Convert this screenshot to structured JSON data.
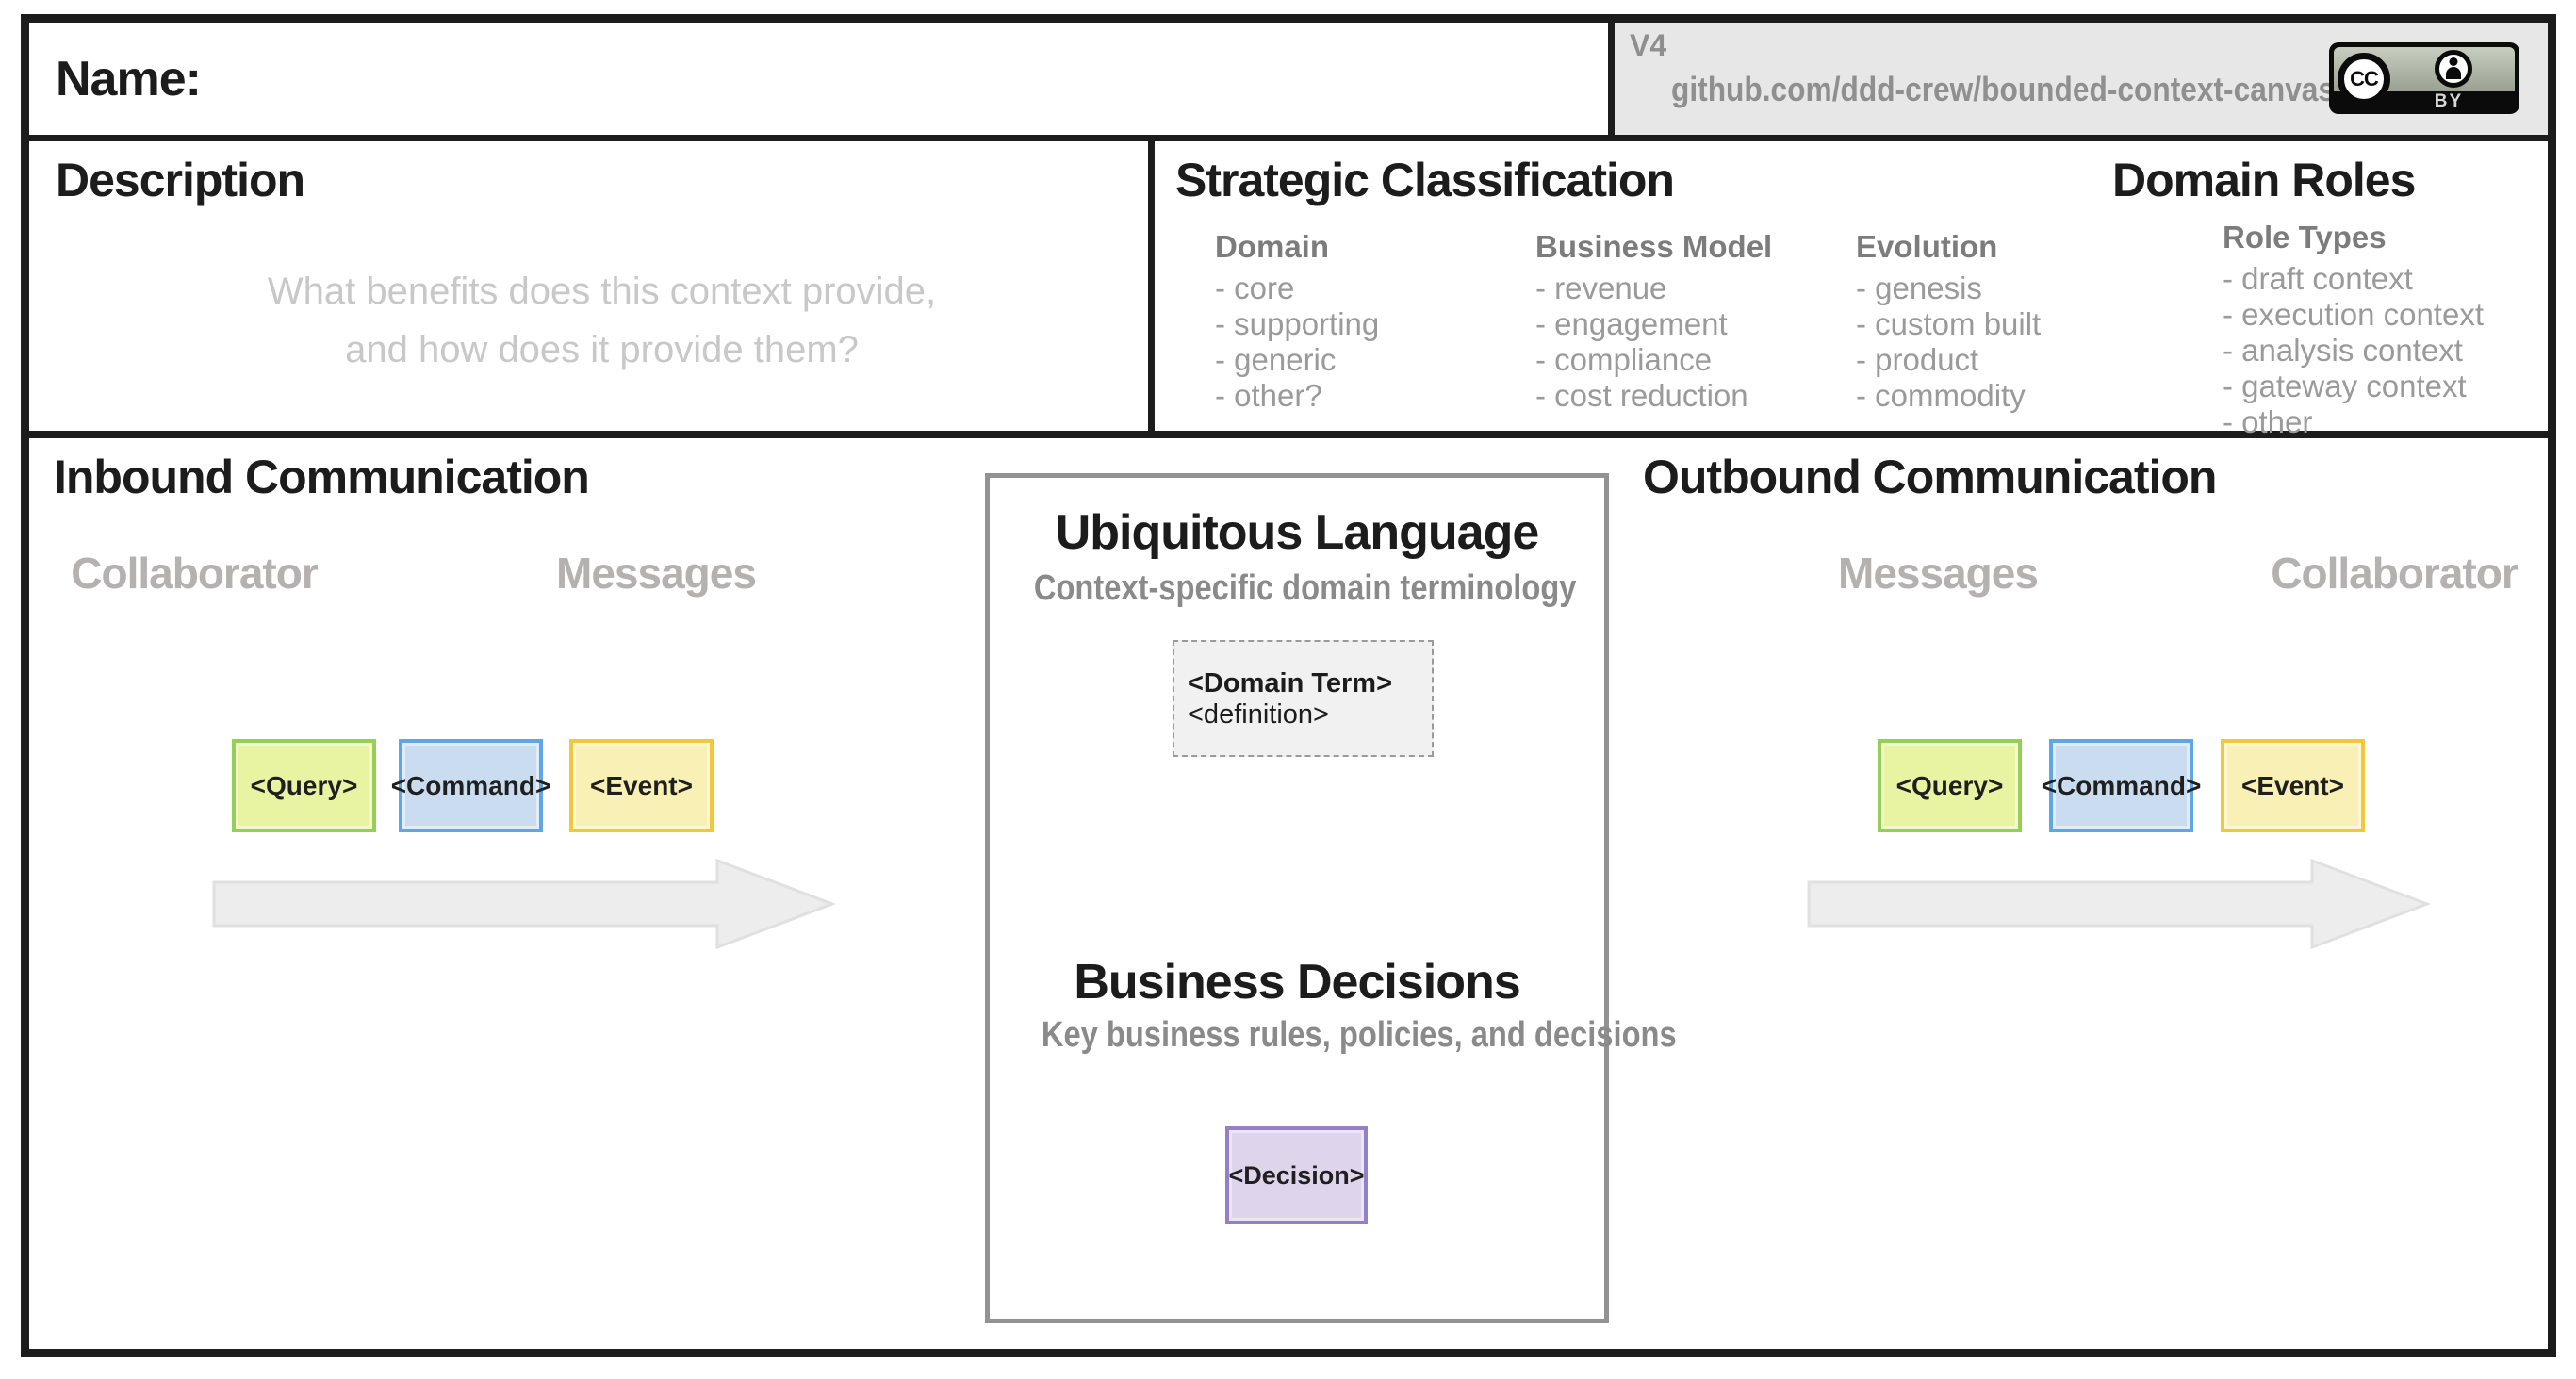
{
  "header": {
    "name_label": "Name:",
    "version": "V4",
    "repo_url": "github.com/ddd-crew/bounded-context-canvas",
    "license": {
      "cc_label": "CC",
      "by_label": "BY"
    }
  },
  "description": {
    "title": "Description",
    "placeholder_line1": "What benefits does this context provide,",
    "placeholder_line2": "and how does it provide them?"
  },
  "strategic_classification": {
    "title": "Strategic Classification",
    "columns": [
      {
        "heading": "Domain",
        "items": [
          "- core",
          "- supporting",
          "- generic",
          "- other?"
        ]
      },
      {
        "heading": "Business Model",
        "items": [
          "- revenue",
          "- engagement",
          "- compliance",
          "- cost reduction"
        ]
      },
      {
        "heading": "Evolution",
        "items": [
          "- genesis",
          "- custom built",
          "- product",
          "- commodity"
        ]
      }
    ]
  },
  "domain_roles": {
    "title": "Domain Roles",
    "heading": "Role Types",
    "items": [
      "- draft context",
      "- execution context",
      "- analysis context",
      "- gateway context",
      "- other"
    ]
  },
  "inbound": {
    "title": "Inbound Communication",
    "collaborator_label": "Collaborator",
    "messages_label": "Messages"
  },
  "outbound": {
    "title": "Outbound Communication",
    "messages_label": "Messages",
    "collaborator_label": "Collaborator"
  },
  "message_types": {
    "query": "<Query>",
    "command": "<Command>",
    "event": "<Event>"
  },
  "ubiquitous_language": {
    "title": "Ubiquitous Language",
    "subtitle": "Context-specific domain terminology",
    "domain_term": "<Domain Term>",
    "definition": "<definition>"
  },
  "business_decisions": {
    "title": "Business Decisions",
    "subtitle": "Key business rules, policies, and decisions",
    "decision": "<Decision>"
  },
  "colors": {
    "frame_border": "#1c1c1c",
    "version_cell_bg": "#e7e7e7",
    "muted_text": "#8f8f8f",
    "gray_heading": "#b4b1b1",
    "list_text": "#9a9a9a",
    "placeholder_text": "#c8c8c8",
    "center_panel_border": "#929292",
    "query_fill": "#e9f4a3",
    "query_border": "#95cf58",
    "command_fill": "#c9dcf0",
    "command_border": "#5da6e8",
    "event_fill": "#f8f0b5",
    "event_border": "#f0c83c",
    "decision_fill": "#ded5ec",
    "decision_border": "#9480c6",
    "term_card_fill": "#f1f1f1",
    "arrow_fill": "#ededed"
  }
}
